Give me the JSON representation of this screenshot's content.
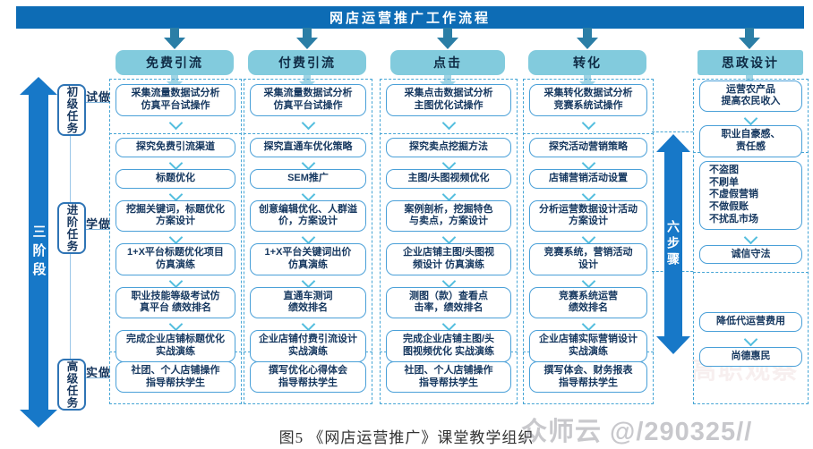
{
  "banner": {
    "title": "网店运营推广工作流程"
  },
  "phase_axis": {
    "label": "三阶段"
  },
  "step_axis": {
    "label": "六步骤"
  },
  "stages": [
    {
      "name": "初级任务",
      "mode": "试做"
    },
    {
      "name": "进阶任务",
      "mode": "学做"
    },
    {
      "name": "高级任务",
      "mode": "实做"
    }
  ],
  "columns": [
    {
      "header": "免费引流",
      "primary": "采集流量数据试分析\n仿真平台试操作",
      "advanced": [
        "探究免费引流渠道",
        "标题优化",
        "挖掘关键词，标题优化\n方案设计",
        "1+X平台标题优化项目\n仿真演练",
        "职业技能等级考试仿\n真平台 绩效排名",
        "完成企业店铺标题优化\n实战演练"
      ],
      "senior": "社团、个人店铺操作\n指导帮扶学生"
    },
    {
      "header": "付费引流",
      "primary": "采集流量数据试分析\n仿真平台试操作",
      "advanced": [
        "探究直通车优化策略",
        "SEM推广",
        "创意编辑优化、人群溢\n价，方案设计",
        "1+X平台关键词出价\n仿真演练",
        "直通车测词\n绩效排名",
        "企业店铺付费引流设计\n实战演练"
      ],
      "senior": "撰写优化心得体会\n指导帮扶学生"
    },
    {
      "header": "点击",
      "primary": "采集点击数据试分析\n主图优化试操作",
      "advanced": [
        "探究卖点挖掘方法",
        "主图/头图视频优化",
        "案例剖析，挖掘特色\n与卖点，方案设计",
        "企业店铺主图/头图视\n频设计 仿真演练",
        "测图（款）查看点\n击率，绩效排名",
        "完成企业店铺主图/头\n图视频优化 实战演练"
      ],
      "senior": "社团、个人店铺操作\n指导帮扶学生"
    },
    {
      "header": "转化",
      "primary": "采集转化数据试分析\n竞赛系统试操作",
      "advanced": [
        "探究活动营销策略",
        "店铺营销活动设置",
        "分析运营数据设计活动\n方案设计",
        "竞赛系统，营销活动\n设计",
        "竞赛系统运营\n绩效排名",
        "企业店铺实际营销设计\n实战演练"
      ],
      "senior": "撰写体会、财务报表\n指导帮扶学生"
    }
  ],
  "ideology": {
    "header": "思政设计",
    "primary": [
      "运营农产品\n提高农民收入",
      "职业自豪感、\n责任感"
    ],
    "advanced": [
      "不盗图\n不刷单\n不虚假营销\n不做假账\n不扰乱市场",
      "诚信守法"
    ],
    "senior": [
      "降低代运营费用",
      "尚德惠民"
    ]
  },
  "caption": "图5  《网店运营推广》课堂教学组织",
  "watermarks": {
    "brand": "众师云 @/290325//",
    "background": "高职观察"
  },
  "colors": {
    "banner": "#0d6cb5",
    "header_fill": "#82cbdd",
    "axis_arrow": "#1778c8",
    "box_border": "#4aa0d8",
    "dashed_border": "#45a5d5",
    "dark_arrow": "#2b7ea6",
    "light_arrow": "#a0d4e4"
  }
}
